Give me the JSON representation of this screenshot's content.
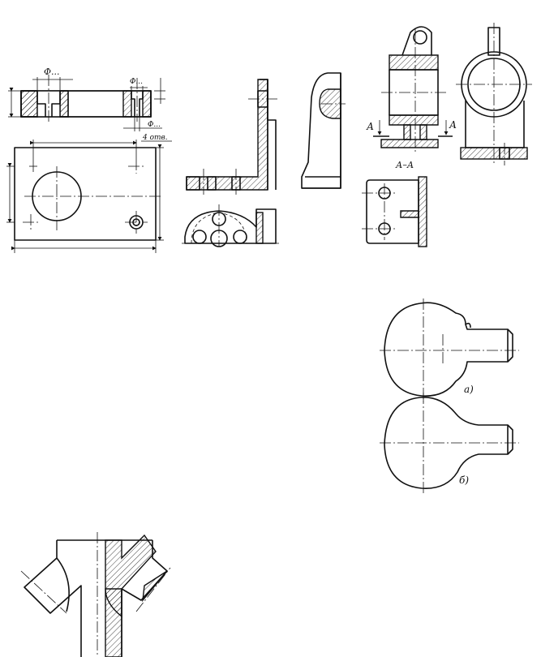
{
  "plate_drawing": {
    "dim_top": "Φ...",
    "dim_right_top": "Φ...",
    "dim_right_bottom": "Φ...",
    "holes_note": "4 отв."
  },
  "housing_drawing": {
    "section_mark_left": "А",
    "section_mark_right": "А",
    "section_title": "А–А"
  },
  "knob_drawings": {
    "label_a": "а)",
    "label_b": "б)"
  }
}
